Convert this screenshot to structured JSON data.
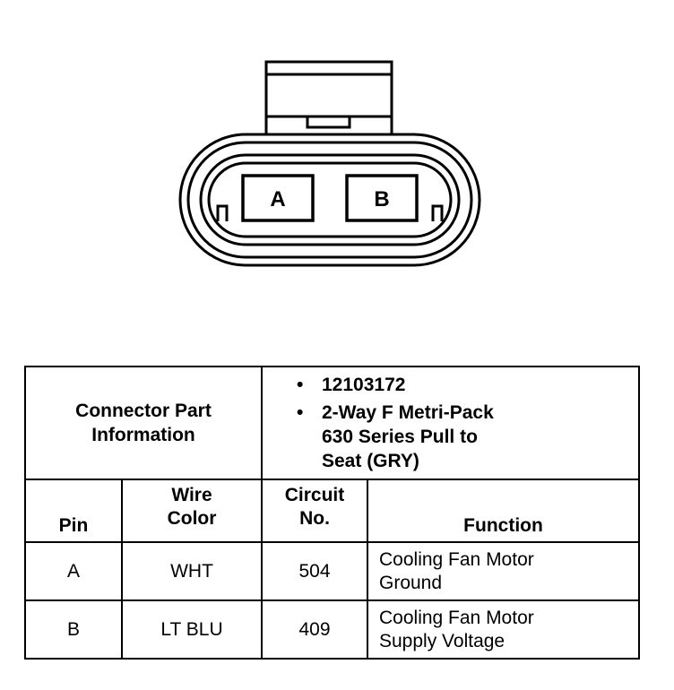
{
  "connector": {
    "pins": [
      "A",
      "B"
    ]
  },
  "table": {
    "part_info_label": [
      "Connector Part",
      "Information"
    ],
    "part_info_items": [
      [
        "12103172"
      ],
      [
        "2-Way F Metri-Pack",
        "630 Series Pull to",
        "Seat (GRY)"
      ]
    ],
    "headers": {
      "pin": "Pin",
      "wire_color": [
        "Wire",
        "Color"
      ],
      "circuit_no": [
        "Circuit",
        "No."
      ],
      "function": "Function"
    },
    "rows": [
      {
        "pin": "A",
        "wire_color": "WHT",
        "circuit": "504",
        "function": [
          "Cooling Fan Motor",
          "Ground"
        ]
      },
      {
        "pin": "B",
        "wire_color": "LT BLU",
        "circuit": "409",
        "function": [
          "Cooling Fan Motor",
          "Supply Voltage"
        ]
      }
    ]
  }
}
